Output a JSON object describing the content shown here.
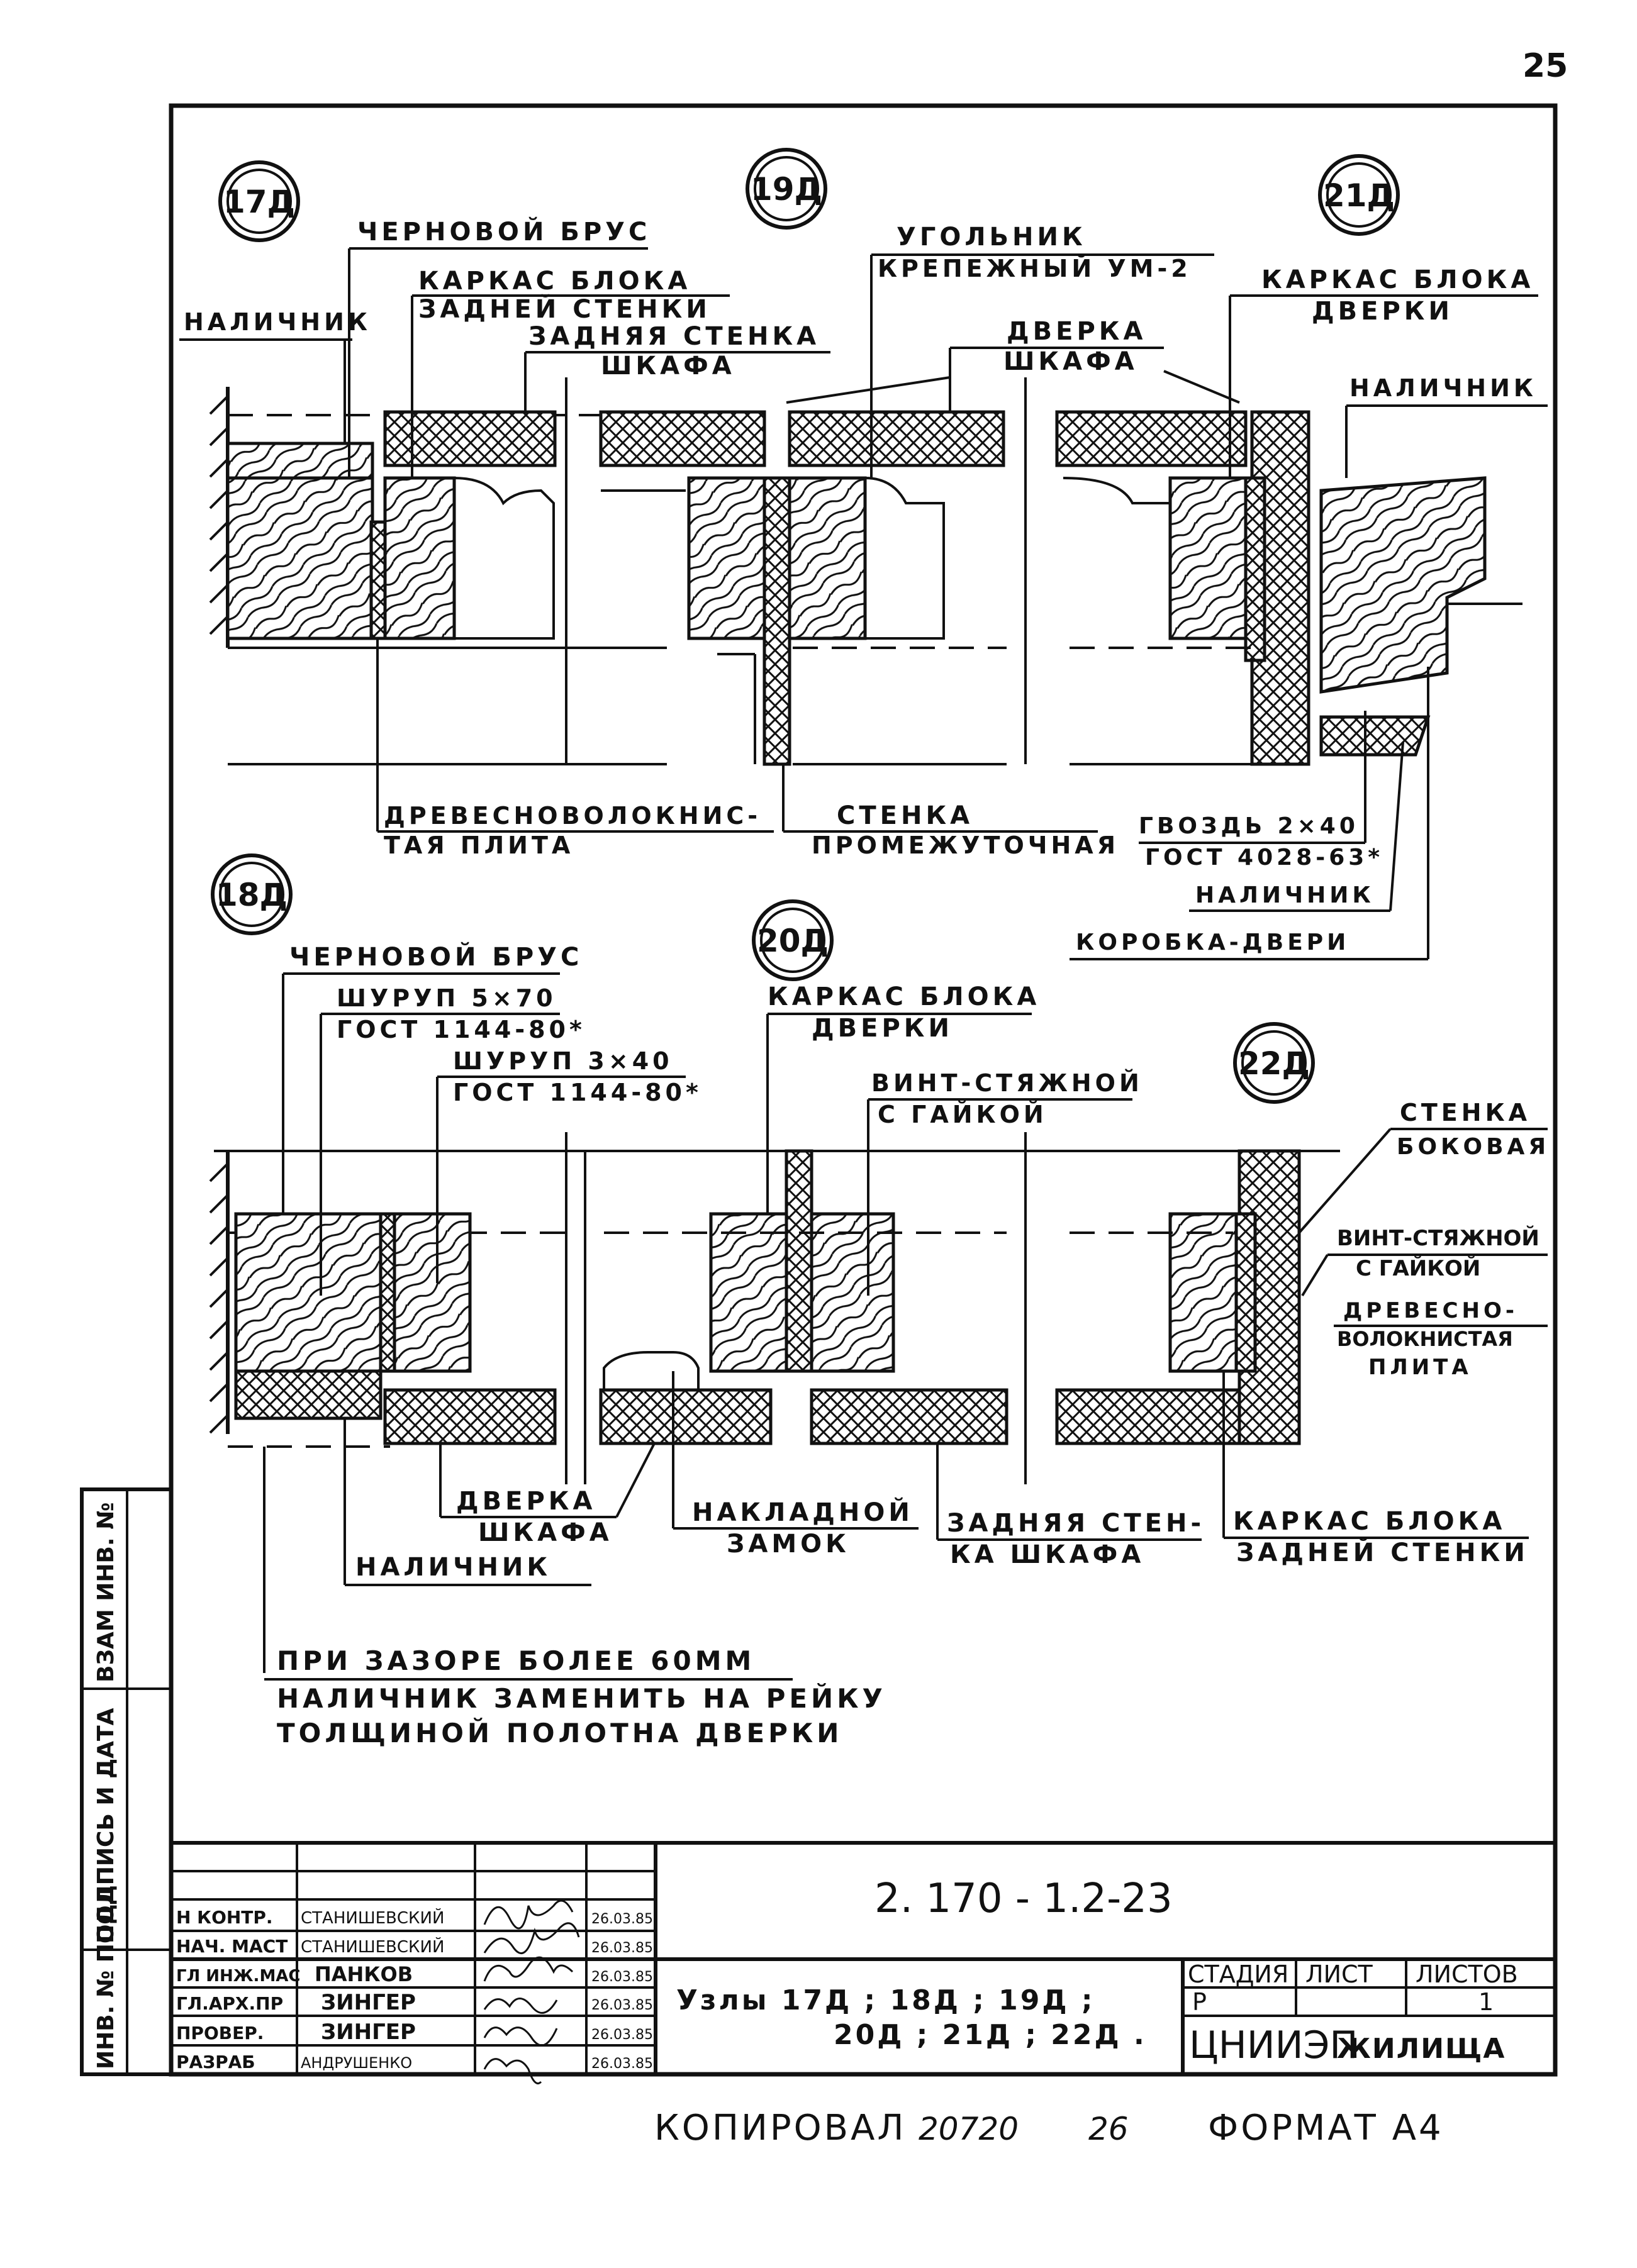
{
  "page_number": "25",
  "nodes": {
    "n17": "17Д",
    "n18": "18Д",
    "n19": "19Д",
    "n20": "20Д",
    "n21": "21Д",
    "n22": "22Д"
  },
  "labels_top": {
    "chernovoy_brus": "ЧЕРНОВОЙ БРУС",
    "karkas_zad_1": "КАРКАС БЛОКА",
    "karkas_zad_2": "ЗАДНЕЙ СТЕНКИ",
    "zad_stenka_1": "ЗАДНЯЯ СТЕНКА",
    "zad_stenka_2": "ШКАФА",
    "nalichnik_left": "НАЛИЧНИК",
    "ugolnik_1": "УГОЛЬНИК",
    "ugolnik_2": "КРЕПЕЖНЫЙ УМ-2",
    "dverka_1": "ДВЕРКА",
    "dverka_2": "ШКАФА",
    "karkas_dv_1": "КАРКАС БЛОКА",
    "karkas_dv_2": "ДВЕРКИ",
    "nalichnik_right": "НАЛИЧНИК",
    "dvp_1": "ДРЕВЕСНОВОЛОКНИС-",
    "dvp_2": "ТАЯ ПЛИТА",
    "stenka_pr_1": "СТЕНКА",
    "stenka_pr_2": "ПРОМЕЖУТОЧНАЯ",
    "gvozd_1": "ГВОЗДЬ 2×40",
    "gvozd_2": "ГОСТ 4028-63*",
    "nalichnik_low": "НАЛИЧНИК",
    "korobka": "КОРОБКА-ДВЕРИ"
  },
  "labels_bottom": {
    "chernovoy_brus": "ЧЕРНОВОЙ БРУС",
    "shurup1_1": "ШУРУП 5×70",
    "shurup1_2": "ГОСТ 1144-80*",
    "shurup2_1": "ШУРУП 3×40",
    "shurup2_2": "ГОСТ 1144-80*",
    "karkas_dv_1": "КАРКАС БЛОКА",
    "karkas_dv_2": "ДВЕРКИ",
    "vint_1": "ВИНТ-СТЯЖНОЙ",
    "vint_2": "С ГАЙКОЙ",
    "stenka_b_1": "СТЕНКА",
    "stenka_b_2": "БОКОВАЯ",
    "vint_r_1": "ВИНТ-СТЯЖНОЙ",
    "vint_r_2": "С ГАЙКОЙ",
    "dvp_r_1": "ДРЕВЕСНО-",
    "dvp_r_2": "ВОЛОКНИСТАЯ",
    "dvp_r_3": "ПЛИТА",
    "dverka_1": "ДВЕРКА",
    "dverka_2": "ШКАФА",
    "nalichnik": "НАЛИЧНИК",
    "zamok_1": "НАКЛАДНОЙ",
    "zamok_2": "ЗАМОК",
    "zad_st_1": "ЗАДНЯЯ СТЕН-",
    "zad_st_2": "КА ШКАФА",
    "karkas_zad_1": "КАРКАС БЛОКА",
    "karkas_zad_2": "ЗАДНЕЙ СТЕНКИ"
  },
  "note": {
    "line1": "ПРИ ЗАЗОРЕ БОЛЕЕ 60ММ",
    "line2": "НАЛИЧНИК ЗАМЕНИТЬ НА РЕЙКУ",
    "line3": "ТОЛЩИНОЙ ПОЛОТНА ДВЕРКИ"
  },
  "side_stamp": {
    "vzam": "ВЗАМ ИНВ. №",
    "podpis": "ПОДПИСЬ И ДАТА",
    "inv": "ИНВ. № ПОДЛ"
  },
  "title_block": {
    "doc_number": "2. 170 - 1.2-23",
    "title_line1": "Узлы  17Д ; 18Д ; 19Д ;",
    "title_line2": "20Д ; 21Д ; 22Д .",
    "org": "ЦНИИЭП",
    "org_suffix": "ЖИЛИЩА",
    "hdr_stage": "СТАДИЯ",
    "hdr_sheet": "ЛИСТ",
    "hdr_sheets": "ЛИСТОВ",
    "stage": "Р",
    "sheets": "1",
    "rows": [
      {
        "role": "Н КОНТР.",
        "name": "СТАНИШЕВСКИЙ",
        "date": "26.03.85"
      },
      {
        "role": "НАЧ. МАСТ",
        "name": "СТАНИШЕВСКИЙ",
        "date": "26.03.85"
      },
      {
        "role": "ГЛ ИНЖ.МАС",
        "name": "ПАНКОВ",
        "date": "26.03.85"
      },
      {
        "role": "ГЛ.АРХ.ПР",
        "name": "ЗИНГЕР",
        "date": "26.03.85"
      },
      {
        "role": "ПРОВЕР.",
        "name": "ЗИНГЕР",
        "date": "26.03.85"
      },
      {
        "role": "РАЗРАБ",
        "name": "АНДРУШЕНКО",
        "date": "26.03.85"
      }
    ]
  },
  "footer": {
    "copied": "КОПИРОВАЛ",
    "copy_num": "20720",
    "copy_page": "26",
    "format": "ФОРМАТ А4"
  }
}
